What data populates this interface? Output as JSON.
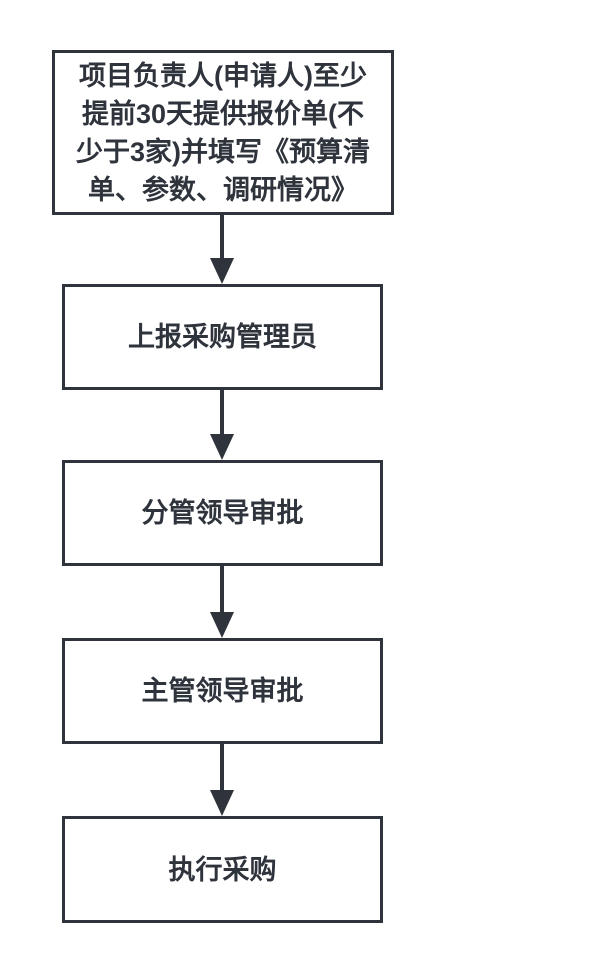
{
  "diagram": {
    "type": "flowchart",
    "colors": {
      "stroke": "#2f343c",
      "text": "#2f343c",
      "node_fill": "#ffffff",
      "background": "#ffffff"
    },
    "nodes": [
      {
        "id": "step-1",
        "label": "项目负责人(申请人)至少\n提前30天提供报价单(不\n少于3家)并填写《预算清\n单、参数、调研情况》"
      },
      {
        "id": "step-2",
        "label": "上报采购管理员"
      },
      {
        "id": "step-3",
        "label": "分管领导审批"
      },
      {
        "id": "step-4",
        "label": "主管领导审批"
      },
      {
        "id": "step-5",
        "label": "执行采购"
      }
    ],
    "connectors": [
      {
        "from": "step-1",
        "to": "step-2",
        "direction": "down"
      },
      {
        "from": "step-2",
        "to": "step-3",
        "direction": "down"
      },
      {
        "from": "step-3",
        "to": "step-4",
        "direction": "down"
      },
      {
        "from": "step-4",
        "to": "step-5",
        "direction": "down"
      }
    ]
  }
}
